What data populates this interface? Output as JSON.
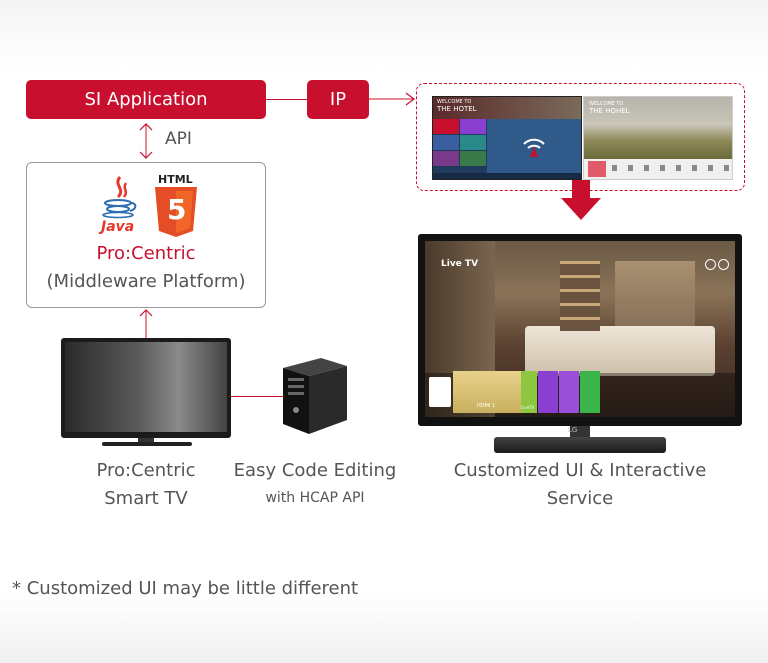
{
  "diagram": {
    "si_application": "SI Application",
    "ip": "IP",
    "api": "API",
    "java_label": "Java",
    "html_label": "HTML",
    "html5_glyph": "5",
    "platform_name": "Pro:Centric",
    "platform_sub": "(Middleware Platform)",
    "smart_tv_line1": "Pro:Centric",
    "smart_tv_line2": "Smart TV",
    "editing_line1": "Easy Code Editing",
    "editing_line2": "with HCAP API",
    "custom_ui_line1": "Customized UI & Interactive",
    "custom_ui_line2": "Service",
    "tv_brand": "LG",
    "live_tv": "Live TV",
    "hdmi": "HDMI 1",
    "live_tv_small": "LiveTV",
    "hotel_welcome": "WELCOME TO",
    "hotel_name_1": "THE HOTEL",
    "hotel_name_2": "THE HOHEL",
    "footnote": "* Customized UI may be little different",
    "colors": {
      "brand_red": "#c8102e",
      "text_gray": "#555555",
      "tile_purple": "#8a3fd1",
      "tile_green": "#3bb54a",
      "tile_lime": "#8dc63f"
    }
  }
}
